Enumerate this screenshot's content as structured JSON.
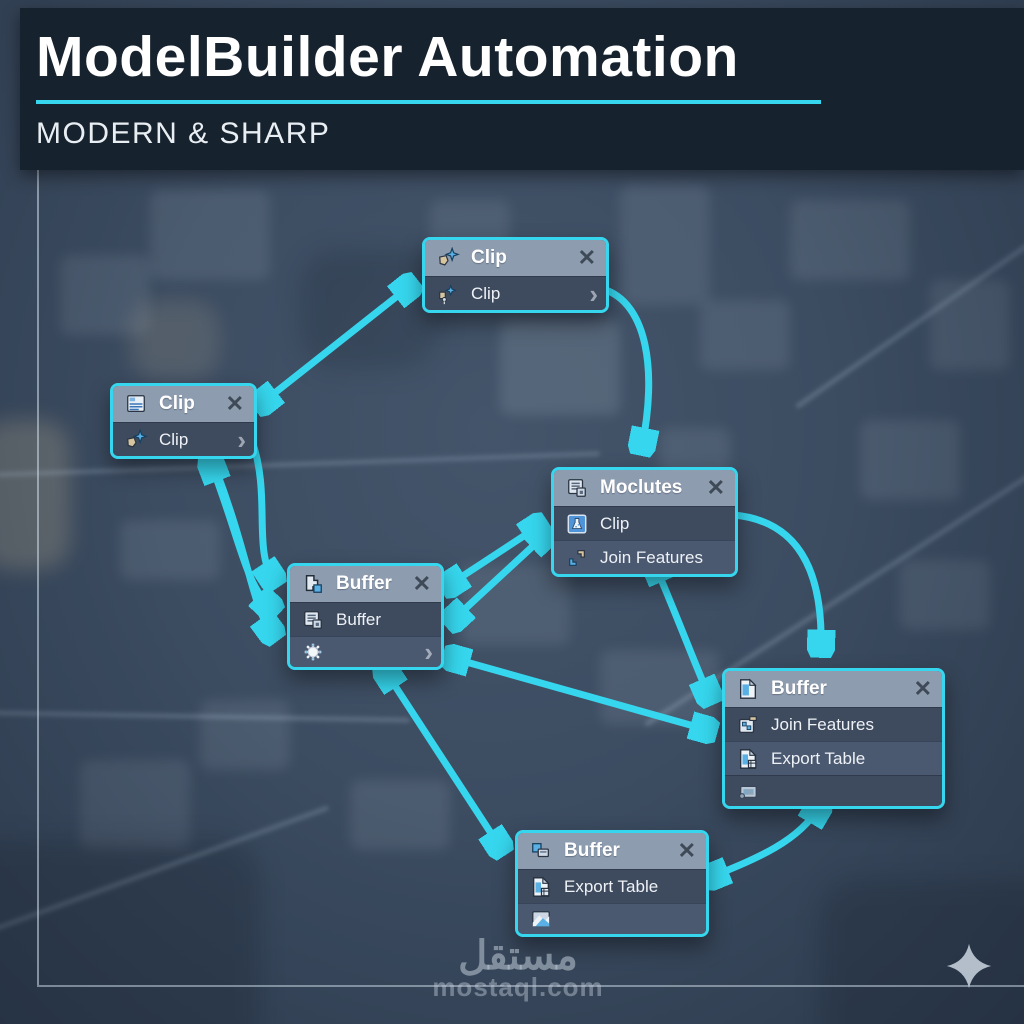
{
  "header": {
    "title": "ModelBuilder Automation",
    "subtitle": "MODERN & SHARP"
  },
  "colors": {
    "accent": "#36d7ee",
    "header_bg": "#16222e",
    "node_header_bg": "#8e9cb0",
    "node_row_dark": "#3e4a5d",
    "node_row_light": "#4a5870",
    "node_border": "#36d7ee"
  },
  "ui": {
    "close_glyph": "✕",
    "chevron_glyph": "›"
  },
  "nodes": [
    {
      "id": "clip-top",
      "title": "Clip",
      "header_icon": "clip-arrow-star-icon",
      "rows": [
        {
          "icon": "clip-key-star-icon",
          "label": "Clip",
          "chevron": true
        }
      ]
    },
    {
      "id": "clip-left",
      "title": "Clip",
      "header_icon": "form-document-icon",
      "rows": [
        {
          "icon": "clip-arrow-star-icon",
          "label": "Clip",
          "chevron": true
        }
      ]
    },
    {
      "id": "buffer-center",
      "title": "Buffer",
      "header_icon": "buffer-outline-icon",
      "rows": [
        {
          "icon": "form-box-icon",
          "label": "Buffer",
          "chevron": false
        },
        {
          "icon": "gear-icon",
          "label": "",
          "chevron": true
        }
      ]
    },
    {
      "id": "modules",
      "title": "Moclutes",
      "header_icon": "form-box-icon",
      "rows": [
        {
          "icon": "tool-dialog-icon",
          "label": "Clip",
          "chevron": false
        },
        {
          "icon": "join-corners-icon",
          "label": "Join Features",
          "chevron": false
        }
      ]
    },
    {
      "id": "buffer-right",
      "title": "Buffer",
      "header_icon": "page-blue-icon",
      "rows": [
        {
          "icon": "join-tool-icon",
          "label": "Join Features",
          "chevron": false
        },
        {
          "icon": "page-table-icon",
          "label": "Export Table",
          "chevron": false
        },
        {
          "icon": "map-stamp-icon",
          "label": "",
          "chevron": false
        }
      ]
    },
    {
      "id": "buffer-bottom",
      "title": "Buffer",
      "header_icon": "two-squares-icon",
      "rows": [
        {
          "icon": "page-table-icon",
          "label": "Export Table",
          "chevron": false
        },
        {
          "icon": "map-swatch-icon",
          "label": "",
          "chevron": false
        }
      ]
    }
  ],
  "watermark": {
    "arabic": "مستقل",
    "domain": "mostaql.com"
  },
  "decor": {
    "sparkle_icon": "sparkle-icon"
  }
}
